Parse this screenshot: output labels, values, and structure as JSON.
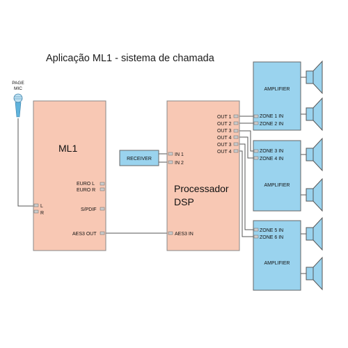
{
  "title": "Aplicação ML1 - sistema de chamada",
  "mic": {
    "label_line1": "PAGE",
    "label_line2": "MIC"
  },
  "ml1": {
    "name": "ML1",
    "inputs": {
      "left": "L",
      "right": "R"
    },
    "outputs": {
      "euro_l": "EURO L",
      "euro_r": "EURO R",
      "spdif": "S/PDIF",
      "aes3": "AES3 OUT"
    }
  },
  "receiver": {
    "name": "RECEIVER"
  },
  "dsp": {
    "name_line1": "Processador",
    "name_line2": "DSP",
    "inputs": {
      "in1": "IN 1",
      "in2": "IN 2",
      "aes3": "AES3 IN"
    },
    "outputs": [
      "OUT 1",
      "OUT 2",
      "OUT 3",
      "OUT 4",
      "OUT 3",
      "OUT 4"
    ]
  },
  "amplifiers": [
    {
      "name": "AMPLIFIER",
      "zones": [
        "ZONE 1 IN",
        "ZONE 2 IN"
      ]
    },
    {
      "name": "AMPLIFIER",
      "zones": [
        "ZONE 3 IN",
        "ZONE 4 IN"
      ]
    },
    {
      "name": "AMPLIFIER",
      "zones": [
        "ZONE 5 IN",
        "ZONE 6 IN"
      ]
    }
  ],
  "colors": {
    "device_fill": "#f8c8b4",
    "amp_fill": "#9ad3ee",
    "line": "#555555",
    "connector": "#cccccc"
  }
}
